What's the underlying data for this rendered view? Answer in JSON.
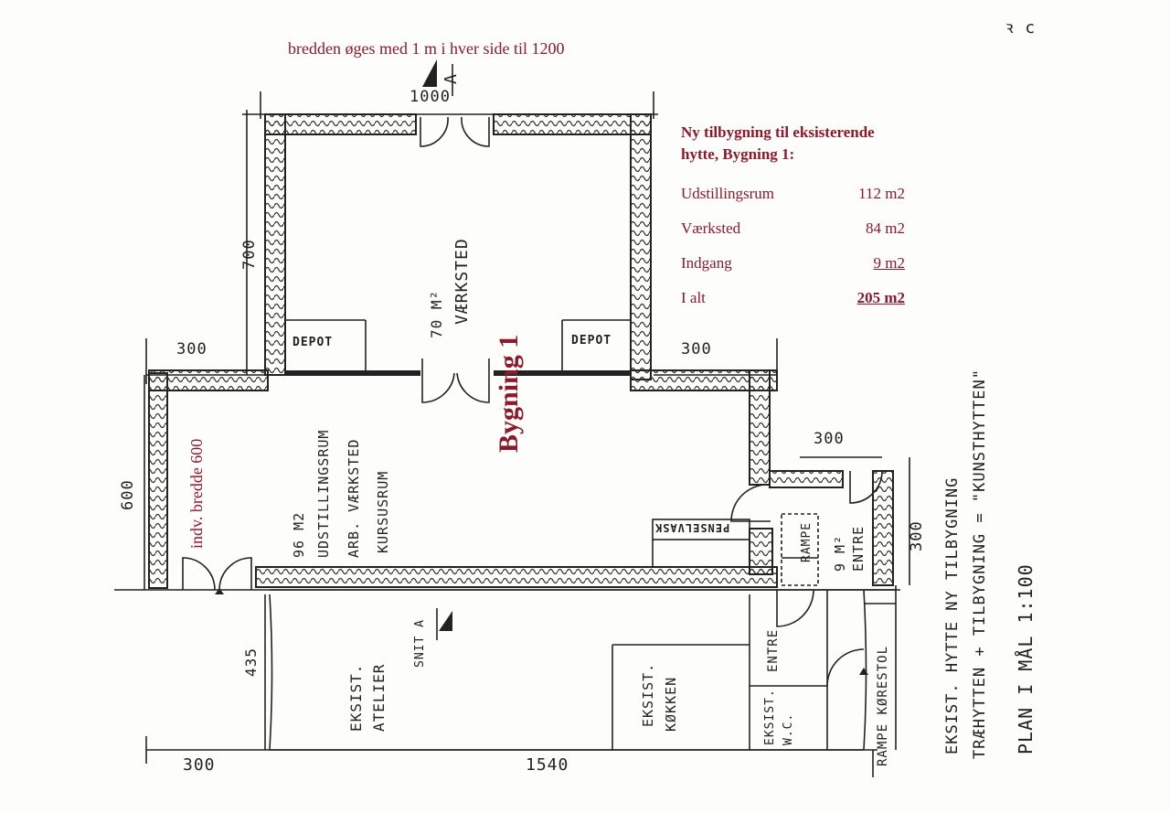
{
  "corner_mark": "ꝛ c",
  "notes": {
    "width_note": "bredden øges med 1 m i hver side til 1200",
    "inner_width_note": "indv. bredde 600"
  },
  "building_label": "Bygning 1",
  "area_table": {
    "title_line1": "Ny tilbygning til eksisterende",
    "title_line2": "hytte, Bygning 1:",
    "rows": [
      {
        "name": "Udstillingsrum",
        "value": "112 m2"
      },
      {
        "name": "Værksted",
        "value": "84 m2"
      },
      {
        "name": "Indgang",
        "value": "9 m2"
      },
      {
        "name": "I alt",
        "value": "205 m2"
      }
    ]
  },
  "dimensions": {
    "top_width": "1000",
    "workshop_depth": "700",
    "left_offset": "300",
    "right_offset": "300",
    "lower_depth": "600",
    "entry_width": "300",
    "entry_depth": "300",
    "existing_depth": "435",
    "bottom_left": "300",
    "bottom_length": "1540"
  },
  "section_marker_top": "A",
  "section_marker_mid": "SNIT A",
  "rooms": {
    "depot_left": "DEPOT",
    "depot_right": "DEPOT",
    "workshop_area": "70 M²",
    "workshop_name": "VÆRKSTED",
    "main_area": "96 M2",
    "main_line1": "UDSTILLINGSRUM",
    "main_line2": "ARB. VÆRKSTED",
    "main_line3": "KURSUSRUM",
    "brush_sink": "PENSELVASK",
    "ramp": "RAMPE",
    "entry_area": "9 M²",
    "entry_name": "ENTRE",
    "existing_atelier_1": "EKSIST.",
    "existing_atelier_2": "ATELIER",
    "existing_kitchen_1": "EKSIST.",
    "existing_kitchen_2": "KØKKEN",
    "existing_entry": "ENTRE",
    "existing_wc_1": "EKSIST.",
    "existing_wc_2": "W.C.",
    "wheelchair_ramp": "RAMPE KØRESTOL"
  },
  "legend": {
    "line1": "EKSIST. HYTTE    NY TILBYGNING",
    "line2": "TRÆHYTTEN + TILBYGNING = \"KUNSTHYTTEN\"",
    "line3": "PLAN I MÅL 1:100"
  },
  "colors": {
    "accent": "#8b1a2b",
    "ink": "#222222"
  }
}
